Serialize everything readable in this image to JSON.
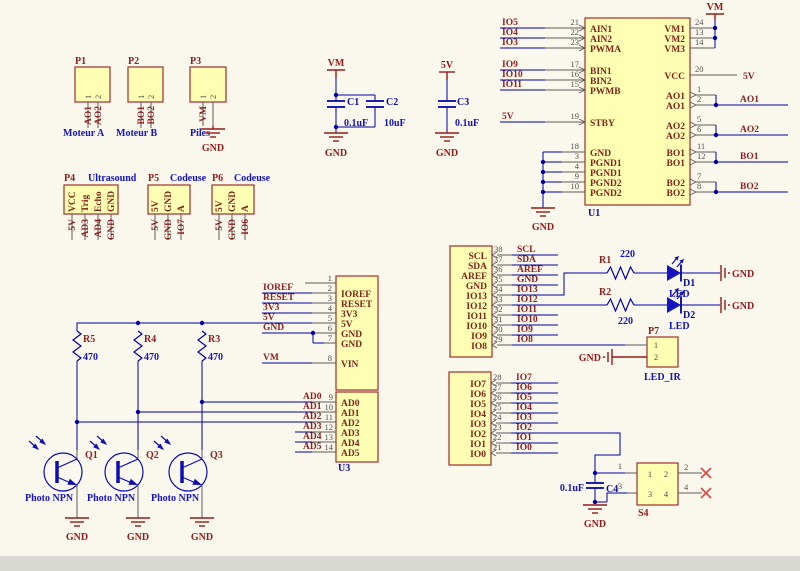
{
  "power": {
    "gnd": "GND",
    "vm": "VM",
    "v5": "5V"
  },
  "connectors": {
    "p1": {
      "ref": "P1",
      "title": "Moteur A",
      "pins": [
        "1",
        "2"
      ],
      "nets": [
        "AO1",
        "AO2"
      ]
    },
    "p2": {
      "ref": "P2",
      "title": "Moteur B",
      "pins": [
        "1",
        "2"
      ],
      "nets": [
        "BO1",
        "BO2"
      ]
    },
    "p3": {
      "ref": "P3",
      "title": "Piles",
      "pins": [
        "1",
        "2"
      ],
      "nets": [
        "VM"
      ]
    },
    "p4": {
      "ref": "P4",
      "title": "Ultrasound",
      "pin_names": [
        "VCC",
        "Trig",
        "Echo",
        "GND"
      ],
      "nets": [
        "5V",
        "AD3",
        "AD4",
        "GND"
      ]
    },
    "p5": {
      "ref": "P5",
      "title": "Codeuse",
      "pin_names": [
        "5V",
        "GND",
        "A"
      ],
      "nets": [
        "5V",
        "GND",
        "IO7"
      ]
    },
    "p6": {
      "ref": "P6",
      "title": "Codeuse",
      "pin_names": [
        "5V",
        "GND",
        "A"
      ],
      "nets": [
        "5V",
        "GND",
        "IO6"
      ]
    },
    "p7": {
      "ref": "P7",
      "title": "LED_IR",
      "pins": [
        "1",
        "2"
      ]
    }
  },
  "capacitors": {
    "c1": {
      "ref": "C1",
      "value": "0.1uF"
    },
    "c2": {
      "ref": "C2",
      "value": "10uF"
    },
    "c3": {
      "ref": "C3",
      "value": "0.1uF"
    },
    "c4": {
      "ref": "C4",
      "value": "0.1uF"
    }
  },
  "u1": {
    "ref": "U1",
    "left": [
      {
        "net": "IO5",
        "num": "21",
        "name": "AIN1"
      },
      {
        "net": "IO4",
        "num": "22",
        "name": "AIN2"
      },
      {
        "net": "IO3",
        "num": "23",
        "name": "PWMA"
      },
      {
        "net": "IO9",
        "num": "17",
        "name": "BIN1"
      },
      {
        "net": "IO10",
        "num": "16",
        "name": "BIN2"
      },
      {
        "net": "IO11",
        "num": "15",
        "name": "PWMB"
      },
      {
        "net": "5V",
        "num": "19",
        "name": "STBY"
      }
    ],
    "gnd_pins": [
      {
        "num": "18",
        "name": "GND"
      },
      {
        "num": "3",
        "name": "PGND1"
      },
      {
        "num": "4",
        "name": "PGND1"
      },
      {
        "num": "9",
        "name": "PGND2"
      },
      {
        "num": "10",
        "name": "PGND2"
      }
    ],
    "vm_pins": [
      {
        "num": "24",
        "name": "VM1"
      },
      {
        "num": "13",
        "name": "VM2"
      },
      {
        "num": "14",
        "name": "VM3"
      }
    ],
    "vcc": {
      "num": "20",
      "name": "VCC",
      "net": "5V"
    },
    "outputs": [
      {
        "name": "AO1",
        "nums": [
          "1",
          "2"
        ],
        "net": "AO1"
      },
      {
        "name": "AO2",
        "nums": [
          "5",
          "6"
        ],
        "net": "AO2"
      },
      {
        "name": "BO1",
        "nums": [
          "11",
          "12"
        ],
        "net": "BO1"
      },
      {
        "name": "BO2",
        "nums": [
          "7",
          "8"
        ],
        "net": "BO2"
      }
    ]
  },
  "u3": {
    "ref": "U3",
    "power_pins": [
      {
        "num": "1",
        "name": "",
        "net": ""
      },
      {
        "num": "2",
        "name": "IOREF",
        "net": "IOREF"
      },
      {
        "num": "3",
        "name": "RESET",
        "net": "RESET"
      },
      {
        "num": "4",
        "name": "3V3",
        "net": "3V3"
      },
      {
        "num": "5",
        "name": "5V",
        "net": "5V"
      },
      {
        "num": "6",
        "name": "GND",
        "net": "GND"
      },
      {
        "num": "7",
        "name": "GND",
        "net": ""
      },
      {
        "num": "8",
        "name": "VIN",
        "net": "VM"
      }
    ],
    "analog_pins": [
      {
        "num": "9",
        "name": "AD0",
        "net": "AD0"
      },
      {
        "num": "10",
        "name": "AD1",
        "net": "AD1"
      },
      {
        "num": "11",
        "name": "AD2",
        "net": "AD2"
      },
      {
        "num": "12",
        "name": "AD3",
        "net": "AD3"
      },
      {
        "num": "13",
        "name": "AD4",
        "net": "AD4"
      },
      {
        "num": "14",
        "name": "AD5",
        "net": "AD5"
      }
    ],
    "digital_high": [
      {
        "num": "38",
        "name": "SCL",
        "net": "SCL"
      },
      {
        "num": "37",
        "name": "SDA",
        "net": "SDA"
      },
      {
        "num": "36",
        "name": "AREF",
        "net": "AREF"
      },
      {
        "num": "35",
        "name": "GND",
        "net": "GND"
      },
      {
        "num": "34",
        "name": "IO13",
        "net": "IO13"
      },
      {
        "num": "33",
        "name": "IO12",
        "net": "IO12"
      },
      {
        "num": "32",
        "name": "IO11",
        "net": "IO11"
      },
      {
        "num": "31",
        "name": "IO10",
        "net": "IO10"
      },
      {
        "num": "30",
        "name": "IO9",
        "net": "IO9"
      },
      {
        "num": "29",
        "name": "IO8",
        "net": "IO8"
      }
    ],
    "digital_low": [
      {
        "num": "28",
        "name": "IO7",
        "net": "IO7"
      },
      {
        "num": "27",
        "name": "IO6",
        "net": "IO6"
      },
      {
        "num": "26",
        "name": "IO5",
        "net": "IO5"
      },
      {
        "num": "25",
        "name": "IO4",
        "net": "IO4"
      },
      {
        "num": "24",
        "name": "IO3",
        "net": "IO3"
      },
      {
        "num": "23",
        "name": "IO2",
        "net": "IO2"
      },
      {
        "num": "22",
        "name": "IO1",
        "net": "IO1"
      },
      {
        "num": "21",
        "name": "IO0",
        "net": "IO0"
      }
    ]
  },
  "resistors": {
    "r1": {
      "ref": "R1",
      "value": "220"
    },
    "r2": {
      "ref": "R2",
      "value": "220"
    },
    "r3": {
      "ref": "R3",
      "value": "470"
    },
    "r4": {
      "ref": "R4",
      "value": "470"
    },
    "r5": {
      "ref": "R5",
      "value": "470"
    }
  },
  "diodes": {
    "d1": {
      "ref": "D1",
      "value": "LED"
    },
    "d2": {
      "ref": "D2",
      "value": "LED"
    }
  },
  "transistors": {
    "q1": {
      "ref": "Q1",
      "value": "Photo NPN"
    },
    "q2": {
      "ref": "Q2",
      "value": "Photo NPN"
    },
    "q3": {
      "ref": "Q3",
      "value": "Photo NPN"
    }
  },
  "s4": {
    "ref": "S4",
    "inner_pins": [
      "1",
      "2",
      "3",
      "4"
    ],
    "left_nums": [
      "1",
      "3"
    ],
    "right_nums": [
      "2",
      "4"
    ]
  }
}
